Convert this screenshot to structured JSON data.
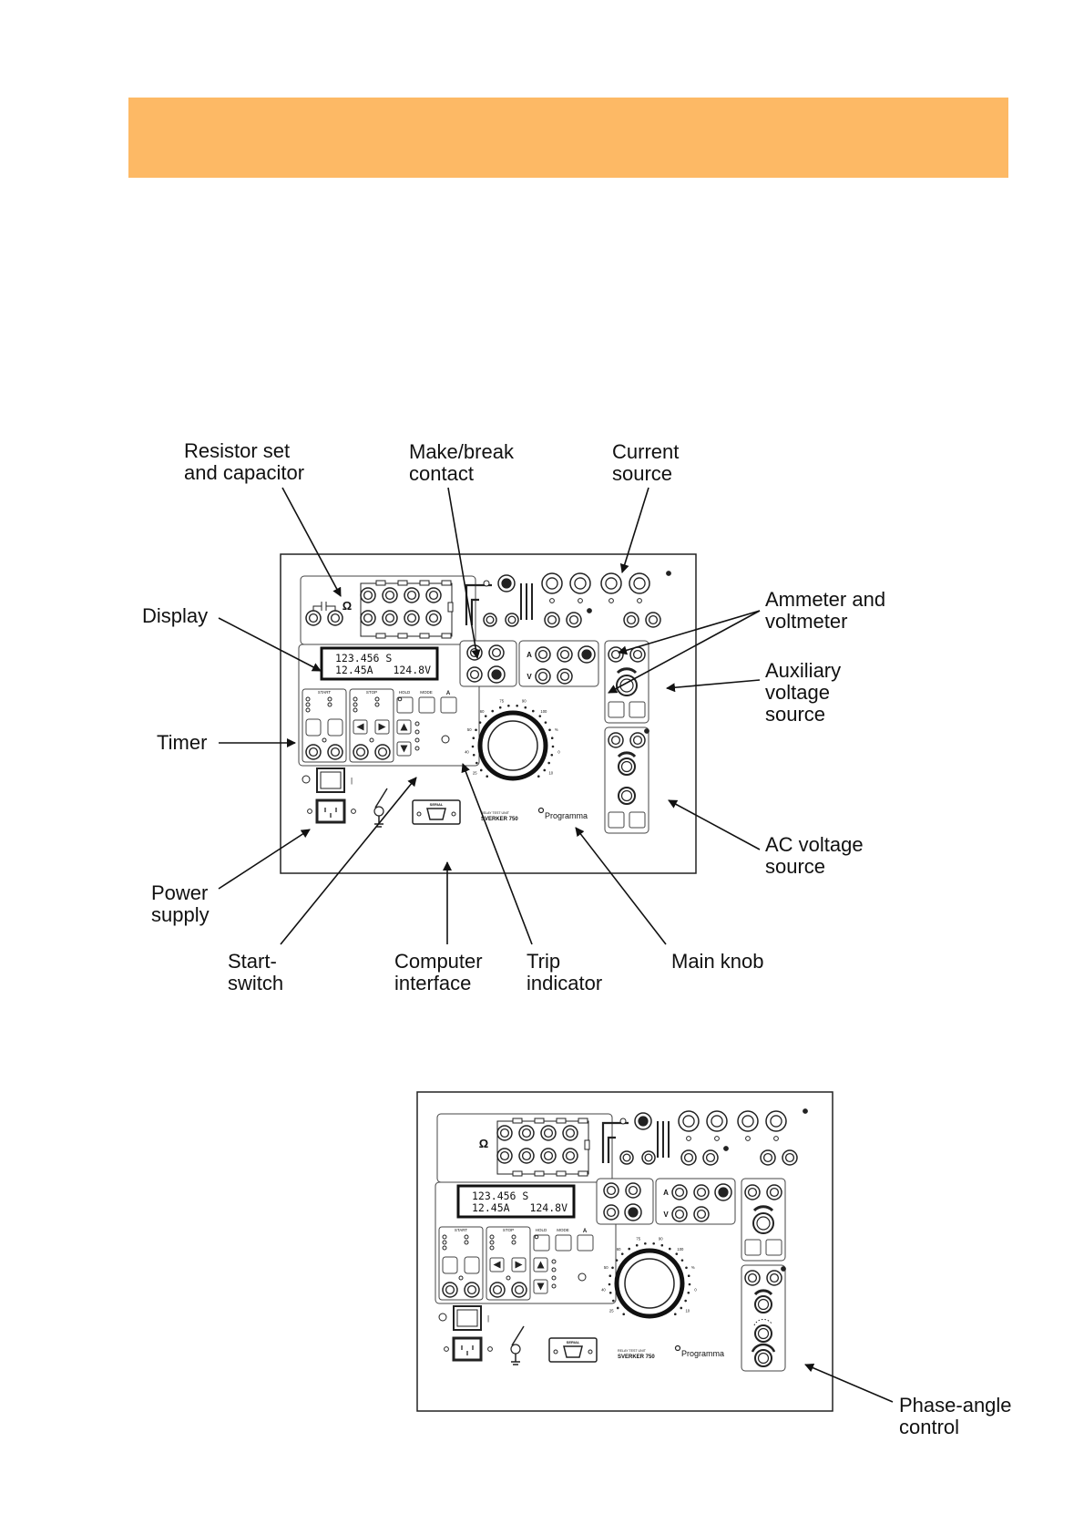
{
  "banner": {
    "color": "#FDB965"
  },
  "callouts": {
    "resistor_set": [
      "Resistor set",
      "and capacitor"
    ],
    "make_break": [
      "Make/break",
      "contact"
    ],
    "current_source": [
      "Current",
      "source"
    ],
    "display": [
      "Display"
    ],
    "ammeter": [
      "Ammeter and",
      "voltmeter"
    ],
    "aux_voltage": [
      "Auxiliary",
      "voltage",
      "source"
    ],
    "timer": [
      "Timer"
    ],
    "ac_voltage": [
      "AC voltage",
      "source"
    ],
    "power_supply": [
      "Power",
      "supply"
    ],
    "start_switch": [
      "Start-",
      "switch"
    ],
    "computer_interface": [
      "Computer",
      "interface"
    ],
    "trip_indicator": [
      "Trip",
      "indicator"
    ],
    "main_knob": [
      "Main knob"
    ],
    "phase_angle": [
      "Phase-angle",
      "control"
    ]
  },
  "panel": {
    "lcd_line1": "123.456 S",
    "lcd_line2_left": "12.45A",
    "lcd_line2_right": "124.8V",
    "start_label": "START",
    "stop_label": "STOP",
    "hold_label": "HOLD",
    "mode_label": "MODE",
    "serial_label": "SERIAL",
    "unit_caption": "RELAY TEST UNIT",
    "model_name": "SVERKER 750",
    "brand": "Programma",
    "dial_marks": [
      "25",
      "40",
      "50",
      "60",
      "75",
      "90",
      "100",
      "%",
      "0",
      "10"
    ]
  }
}
